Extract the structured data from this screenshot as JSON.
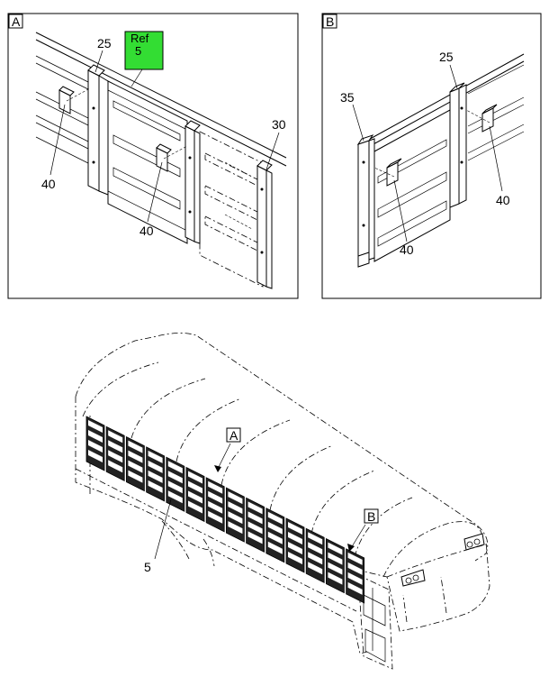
{
  "detail_a": {
    "tag": "A",
    "callouts": [
      "25",
      "30",
      "40",
      "40"
    ],
    "ref_label": "Ref",
    "ref_number": "5"
  },
  "detail_b": {
    "tag": "B",
    "callouts": [
      "35",
      "25",
      "40",
      "40"
    ]
  },
  "overview": {
    "callout": "5",
    "tag_a": "A",
    "tag_b": "B"
  },
  "colors": {
    "highlight": "#33dd33"
  }
}
